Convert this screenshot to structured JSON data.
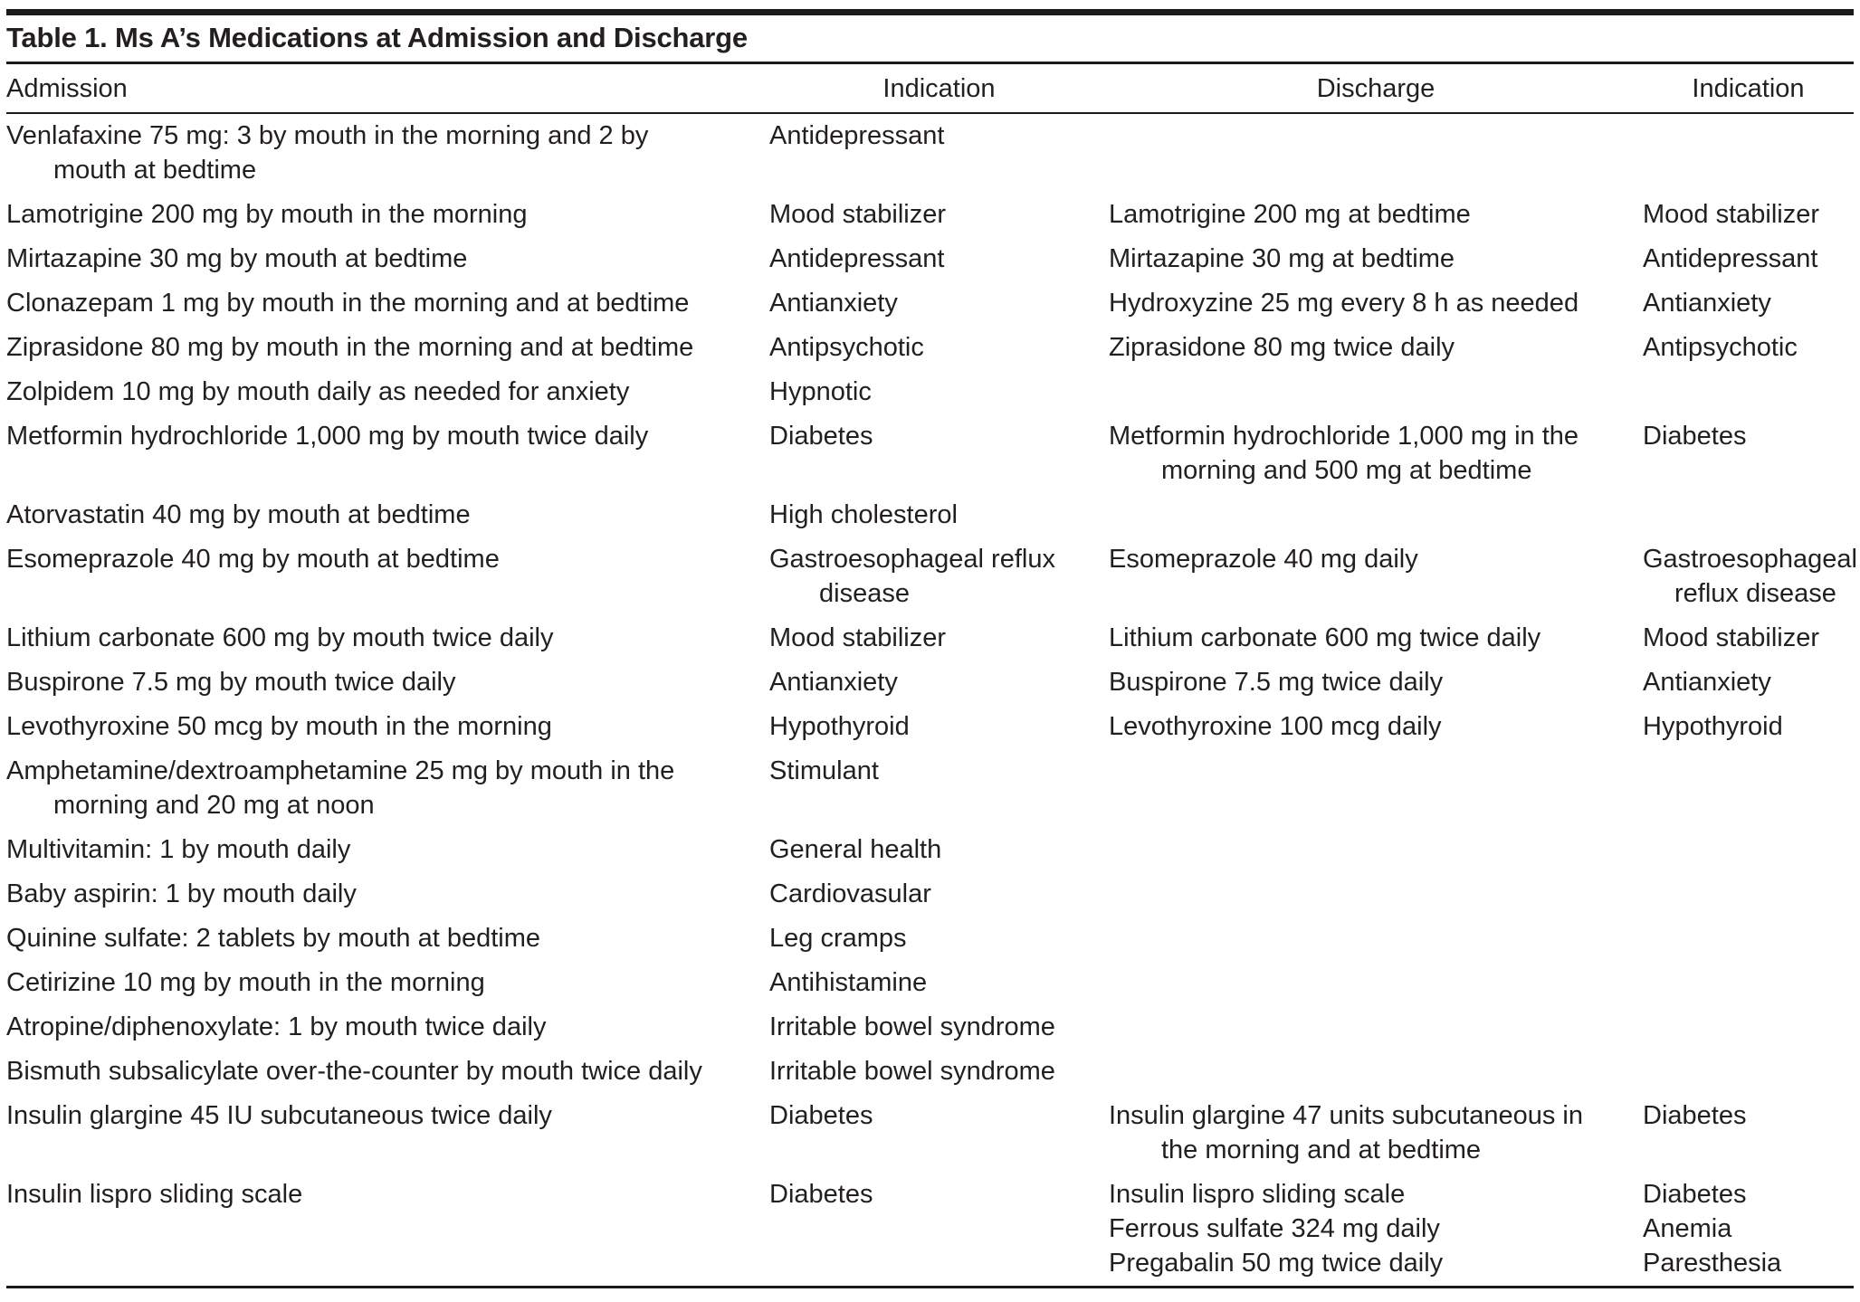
{
  "title": "Table 1. Ms A’s Medications at Admission and Discharge",
  "colors": {
    "text": "#231f20",
    "rule": "#1a1a1a",
    "background": "#ffffff"
  },
  "columns": [
    {
      "label": "Admission",
      "align": "left"
    },
    {
      "label": "Indication",
      "align": "center"
    },
    {
      "label": "Discharge",
      "align": "center"
    },
    {
      "label": "Indication",
      "align": "center"
    }
  ],
  "rows": [
    {
      "admission": [
        "Venlafaxine 75 mg: 3 by mouth in the morning and 2 by mouth at bedtime"
      ],
      "indication": [
        "Antidepressant"
      ],
      "discharge": [],
      "discharge_indication": []
    },
    {
      "admission": [
        "Lamotrigine 200 mg by mouth in the morning"
      ],
      "indication": [
        "Mood stabilizer"
      ],
      "discharge": [
        "Lamotrigine 200 mg at bedtime"
      ],
      "discharge_indication": [
        "Mood stabilizer"
      ]
    },
    {
      "admission": [
        "Mirtazapine 30 mg by mouth at bedtime"
      ],
      "indication": [
        "Antidepressant"
      ],
      "discharge": [
        "Mirtazapine 30 mg at bedtime"
      ],
      "discharge_indication": [
        "Antidepressant"
      ]
    },
    {
      "admission": [
        "Clonazepam 1 mg by mouth in the  morning and at bedtime"
      ],
      "indication": [
        "Antianxiety"
      ],
      "discharge": [
        "Hydroxyzine 25 mg every 8 h as needed"
      ],
      "discharge_indication": [
        "Antianxiety"
      ]
    },
    {
      "admission": [
        "Ziprasidone 80 mg by mouth in the morning and at bedtime"
      ],
      "indication": [
        "Antipsychotic"
      ],
      "discharge": [
        "Ziprasidone 80 mg twice daily"
      ],
      "discharge_indication": [
        "Antipsychotic"
      ]
    },
    {
      "admission": [
        "Zolpidem 10 mg by mouth daily as needed for anxiety"
      ],
      "indication": [
        "Hypnotic"
      ],
      "discharge": [],
      "discharge_indication": []
    },
    {
      "admission": [
        "Metformin hydrochloride 1,000 mg by mouth twice daily"
      ],
      "indication": [
        "Diabetes"
      ],
      "discharge": [
        "Metformin hydrochloride 1,000 mg in the morning and 500 mg at bedtime"
      ],
      "discharge_indication": [
        "Diabetes"
      ]
    },
    {
      "admission": [
        "Atorvastatin 40 mg by mouth at bedtime"
      ],
      "indication": [
        "High cholesterol"
      ],
      "discharge": [],
      "discharge_indication": []
    },
    {
      "admission": [
        "Esomeprazole 40 mg by mouth at bedtime"
      ],
      "indication": [
        "Gastroesophageal reflux disease"
      ],
      "discharge": [
        "Esomeprazole 40 mg daily"
      ],
      "discharge_indication": [
        "Gastroesophageal reflux disease"
      ]
    },
    {
      "admission": [
        "Lithium carbonate 600 mg by mouth twice daily"
      ],
      "indication": [
        "Mood stabilizer"
      ],
      "discharge": [
        "Lithium carbonate 600 mg twice daily"
      ],
      "discharge_indication": [
        "Mood stabilizer"
      ]
    },
    {
      "admission": [
        "Buspirone 7.5 mg by mouth twice daily"
      ],
      "indication": [
        "Antianxiety"
      ],
      "discharge": [
        "Buspirone 7.5 mg twice daily"
      ],
      "discharge_indication": [
        "Antianxiety"
      ]
    },
    {
      "admission": [
        "Levothyroxine 50 mcg by mouth in the morning"
      ],
      "indication": [
        "Hypothyroid"
      ],
      "discharge": [
        "Levothyroxine 100 mcg daily"
      ],
      "discharge_indication": [
        "Hypothyroid"
      ]
    },
    {
      "admission": [
        "Amphetamine/dextroamphetamine 25 mg by mouth in the morning and 20 mg at noon"
      ],
      "indication": [
        "Stimulant"
      ],
      "discharge": [],
      "discharge_indication": []
    },
    {
      "admission": [
        "Multivitamin: 1 by mouth daily"
      ],
      "indication": [
        "General health"
      ],
      "discharge": [],
      "discharge_indication": []
    },
    {
      "admission": [
        "Baby aspirin: 1 by mouth daily"
      ],
      "indication": [
        "Cardiovasular"
      ],
      "discharge": [],
      "discharge_indication": []
    },
    {
      "admission": [
        "Quinine sulfate: 2 tablets by mouth at bedtime"
      ],
      "indication": [
        "Leg cramps"
      ],
      "discharge": [],
      "discharge_indication": []
    },
    {
      "admission": [
        "Cetirizine 10 mg by mouth in the morning"
      ],
      "indication": [
        "Antihistamine"
      ],
      "discharge": [],
      "discharge_indication": []
    },
    {
      "admission": [
        "Atropine/diphenoxylate: 1 by mouth twice daily"
      ],
      "indication": [
        "Irritable bowel syndrome"
      ],
      "discharge": [],
      "discharge_indication": []
    },
    {
      "admission": [
        "Bismuth subsalicylate over-the-counter by mouth twice daily"
      ],
      "indication": [
        "Irritable bowel syndrome"
      ],
      "discharge": [],
      "discharge_indication": []
    },
    {
      "admission": [
        "Insulin glargine 45 IU subcutaneous twice daily"
      ],
      "indication": [
        "Diabetes"
      ],
      "discharge": [
        "Insulin glargine 47 units subcutaneous in the morning and at bedtime"
      ],
      "discharge_indication": [
        "Diabetes"
      ]
    },
    {
      "admission": [
        "Insulin lispro sliding scale"
      ],
      "indication": [
        "Diabetes"
      ],
      "discharge": [
        "Insulin lispro sliding scale",
        "Ferrous sulfate 324 mg daily",
        "Pregabalin 50 mg twice daily"
      ],
      "discharge_indication": [
        "Diabetes",
        "Anemia",
        "Paresthesia"
      ]
    }
  ]
}
